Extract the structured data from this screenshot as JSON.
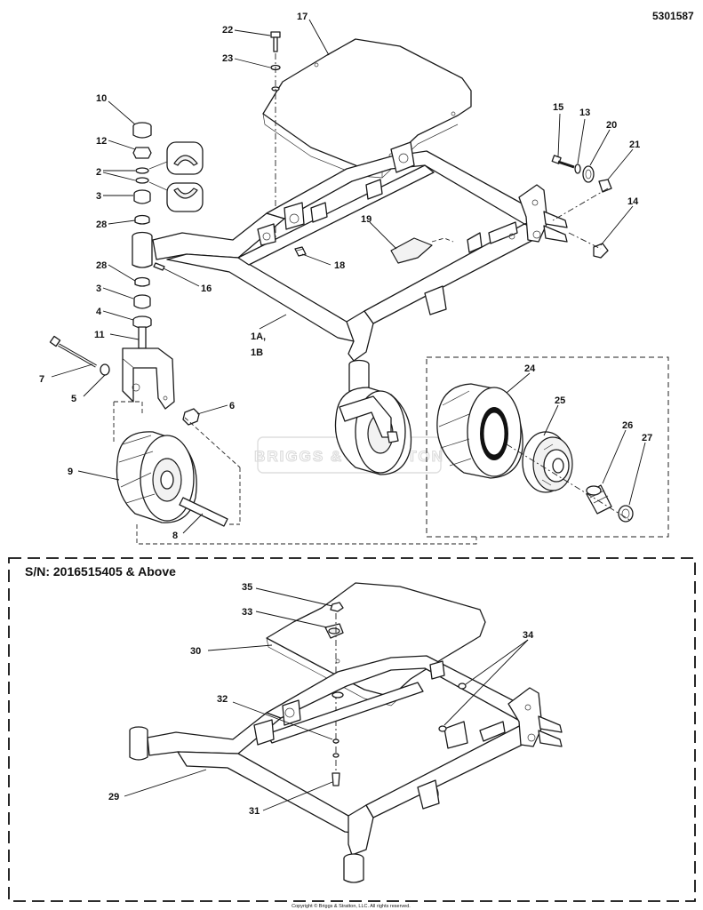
{
  "drawing_number": "5301587",
  "section_header": "S/N: 2016515405 & Above",
  "copyright": "Copyright © Briggs & Stratton, LLC. All rights reserved.",
  "watermark": "BRIGGS & STRATTON",
  "callouts": {
    "c22": "22",
    "c17": "17",
    "c23": "23",
    "c10": "10",
    "c12": "12",
    "c2": "2",
    "c3a": "3",
    "c28a": "28",
    "c16": "16",
    "c28b": "28",
    "c3b": "3",
    "c4": "4",
    "c11": "11",
    "c7": "7",
    "c5": "5",
    "c6": "6",
    "c9": "9",
    "c8": "8",
    "c18": "18",
    "c19": "19",
    "c1": "1A,",
    "c1b": "1B",
    "c15": "15",
    "c13": "13",
    "c20": "20",
    "c21": "21",
    "c14": "14",
    "c24": "24",
    "c25": "25",
    "c26": "26",
    "c27": "27",
    "c35": "35",
    "c33": "33",
    "c30": "30",
    "c34": "34",
    "c32": "32",
    "c29": "29",
    "c31": "31"
  }
}
